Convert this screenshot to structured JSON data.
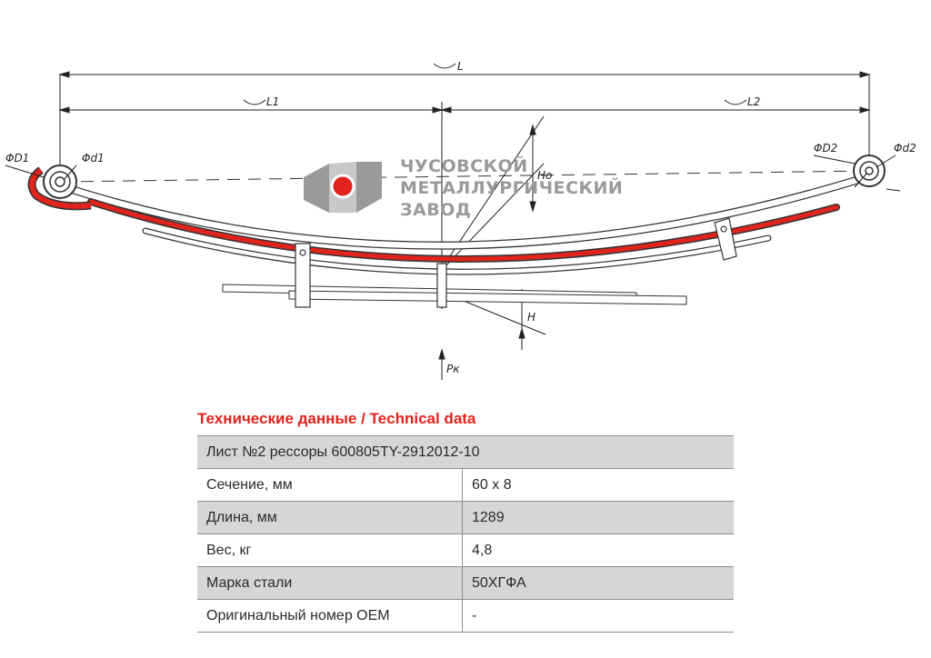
{
  "drawing": {
    "dimensions": {
      "L": "L",
      "L1": "L1",
      "L2": "L2",
      "Ho": "Ho",
      "H": "H",
      "Pk": "Pк",
      "D1": "ΦD1",
      "d1": "Φd1",
      "D2": "ΦD2",
      "d2": "Φd2"
    },
    "logo": {
      "line1": "ЧУСОВСКОЙ",
      "line2": "МЕТАЛЛУРГИЧЕСКИЙ",
      "line3": "ЗАВОД"
    },
    "colors": {
      "accent": "#e0231c",
      "logo_gray": "#9a9a9a"
    }
  },
  "technical": {
    "title": "Технические данные / Technical data",
    "header": "Лист №2 рессоры 600805TY-2912012-10",
    "rows": [
      {
        "label": "Сечение, мм",
        "value": "60 x 8"
      },
      {
        "label": "Длина, мм",
        "value": "1289"
      },
      {
        "label": "Вес, кг",
        "value": "4,8"
      },
      {
        "label": "Марка стали",
        "value": "50ХГФА"
      },
      {
        "label": "Оригинальный номер OEM",
        "value": "-"
      }
    ]
  }
}
